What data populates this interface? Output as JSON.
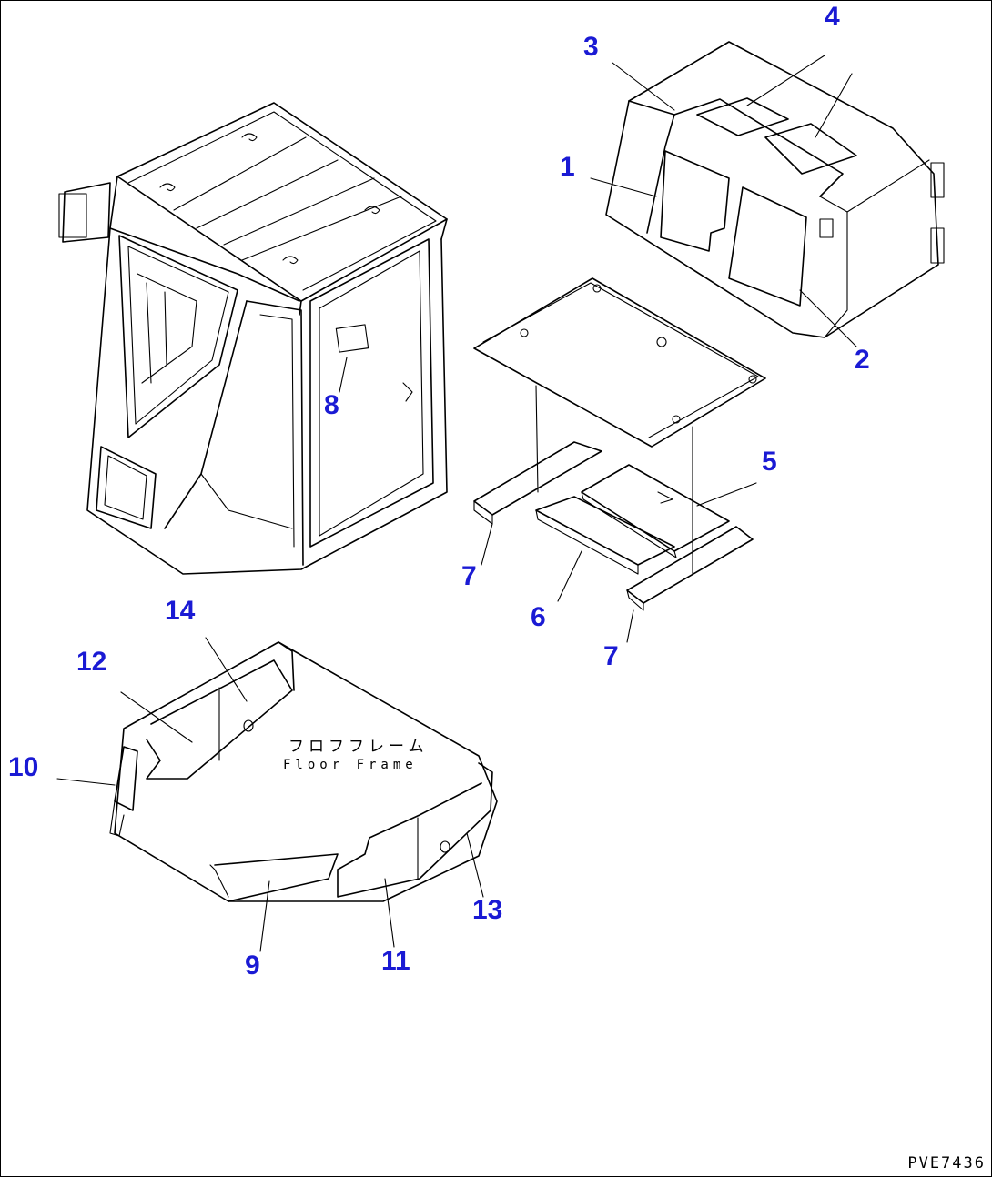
{
  "callouts": {
    "c1": "1",
    "c2": "2",
    "c3": "3",
    "c4": "4",
    "c5": "5",
    "c6": "6",
    "c7a": "7",
    "c7b": "7",
    "c8": "8",
    "c9": "9",
    "c10": "10",
    "c11": "11",
    "c12": "12",
    "c13": "13",
    "c14": "14"
  },
  "floor_frame": {
    "japanese_label": "フロフフレーム",
    "english_label": "Floor Frame"
  },
  "drawing_code": "PVE7436",
  "colors": {
    "callout": "#1a1ad4",
    "line": "#000000",
    "background": "#ffffff"
  }
}
